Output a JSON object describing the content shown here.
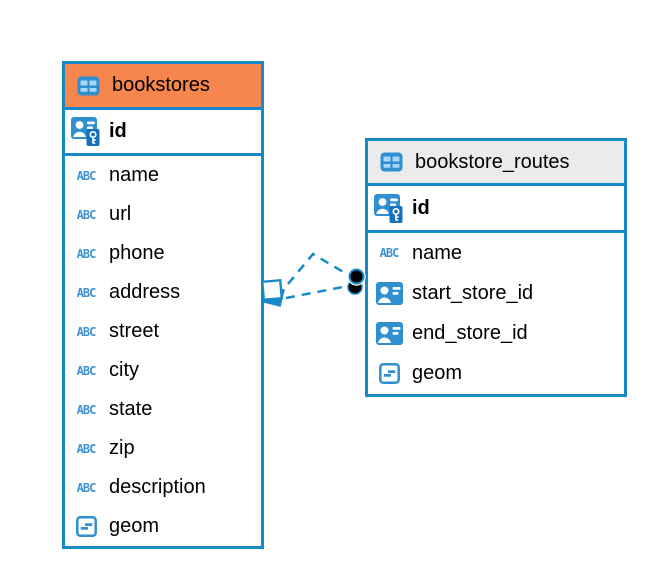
{
  "diagram": {
    "tables": [
      {
        "name": "bookstores",
        "header_bg": "#F6854E",
        "primary_key": {
          "name": "id",
          "type": "primary-key"
        },
        "columns": [
          {
            "name": "name",
            "type": "text"
          },
          {
            "name": "url",
            "type": "text"
          },
          {
            "name": "phone",
            "type": "text"
          },
          {
            "name": "address",
            "type": "text"
          },
          {
            "name": "street",
            "type": "text"
          },
          {
            "name": "city",
            "type": "text"
          },
          {
            "name": "state",
            "type": "text"
          },
          {
            "name": "zip",
            "type": "text"
          },
          {
            "name": "description",
            "type": "text"
          },
          {
            "name": "geom",
            "type": "geometry"
          }
        ]
      },
      {
        "name": "bookstore_routes",
        "header_bg": "#EBEBEB",
        "primary_key": {
          "name": "id",
          "type": "primary-key"
        },
        "columns": [
          {
            "name": "name",
            "type": "text"
          },
          {
            "name": "start_store_id",
            "type": "foreign-key"
          },
          {
            "name": "end_store_id",
            "type": "foreign-key"
          },
          {
            "name": "geom",
            "type": "geometry"
          }
        ]
      }
    ],
    "relations": [
      {
        "from_table": "bookstores",
        "to_table": "bookstore_routes",
        "line_count": 2,
        "line_style": "dashed",
        "color": "#1789CB"
      }
    ],
    "icons": {
      "text_type_label": "ABC"
    },
    "colors": {
      "table_border": "#1789CB",
      "bookstores_header_bg": "#F6854E",
      "bookstore_routes_header_bg": "#EBEBEB",
      "icon_blue": "#2F8FD0",
      "relation_line": "#1789CB",
      "text": "#000000"
    }
  }
}
